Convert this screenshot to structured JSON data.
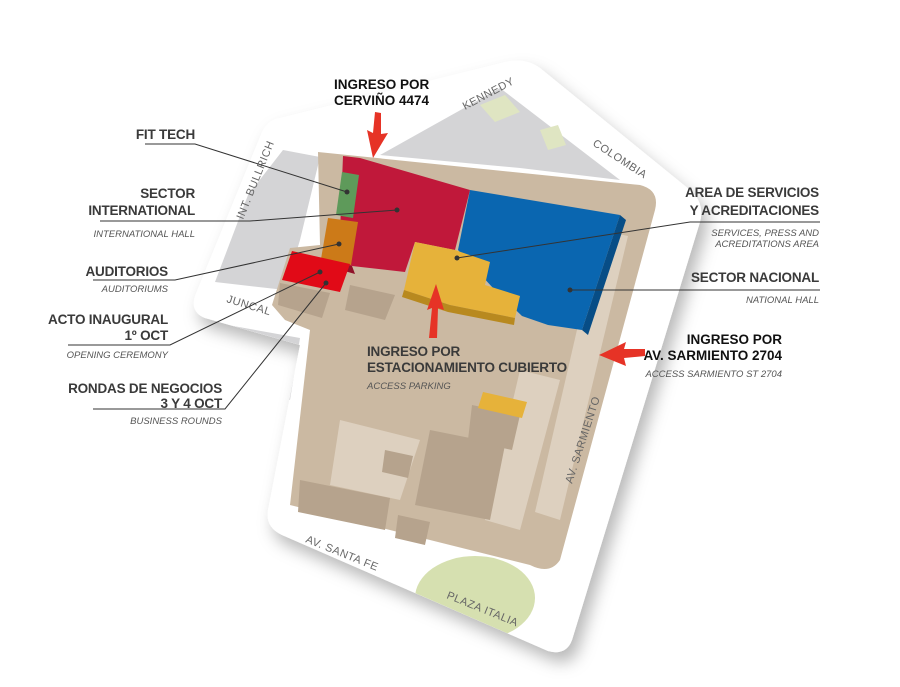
{
  "colors": {
    "international": "#c0183a",
    "fit_tech": "#5e9a5a",
    "auditorios": "#cc7a18",
    "acto_inaugural": "#e10a17",
    "nacional": "#0a66b0",
    "servicios": "#e6b23a",
    "lot": "#cbb9a2",
    "arrow": "#e63326",
    "plaza": "#d6e0b0"
  },
  "streets": {
    "kennedy": "KENNEDY",
    "colombia": "COLOMBIA",
    "bullrich": "INT. BULLRICH",
    "juncal": "JUNCAL",
    "santa_fe": "AV. SANTA FE",
    "sarmiento": "AV. SARMIENTO",
    "plaza_italia": "PLAZA ITALIA"
  },
  "entrances": {
    "cervino": {
      "line1": "INGRESO POR",
      "line2": "CERVIÑO 4474"
    },
    "sarmiento": {
      "line1": "INGRESO POR",
      "line2": "AV. SARMIENTO 2704",
      "sub": "ACCESS SARMIENTO ST 2704"
    },
    "parking": {
      "line1": "INGRESO POR",
      "line2": "ESTACIONAMIENTO CUBIERTO",
      "sub": "ACCESS PARKING"
    }
  },
  "labels": {
    "fit_tech": {
      "line1": "FIT TECH"
    },
    "international": {
      "line1": "SECTOR",
      "line2": "INTERNATIONAL",
      "sub": "INTERNATIONAL HALL"
    },
    "auditorios": {
      "line1": "AUDITORIOS",
      "sub": "AUDITORIUMS"
    },
    "acto": {
      "line1": "ACTO INAUGURAL",
      "line2": "1º OCT",
      "sub": "OPENING CEREMONY"
    },
    "rondas": {
      "line1": "RONDAS DE NEGOCIOS",
      "line2": "3 Y 4 OCT",
      "sub": "BUSINESS ROUNDS"
    },
    "servicios": {
      "line1": "AREA DE SERVICIOS",
      "line2": "Y ACREDITACIONES",
      "sub1": "SERVICES, PRESS AND",
      "sub2": "ACREDITATIONS AREA"
    },
    "nacional": {
      "line1": "SECTOR NACIONAL",
      "sub": "NATIONAL HALL"
    }
  }
}
